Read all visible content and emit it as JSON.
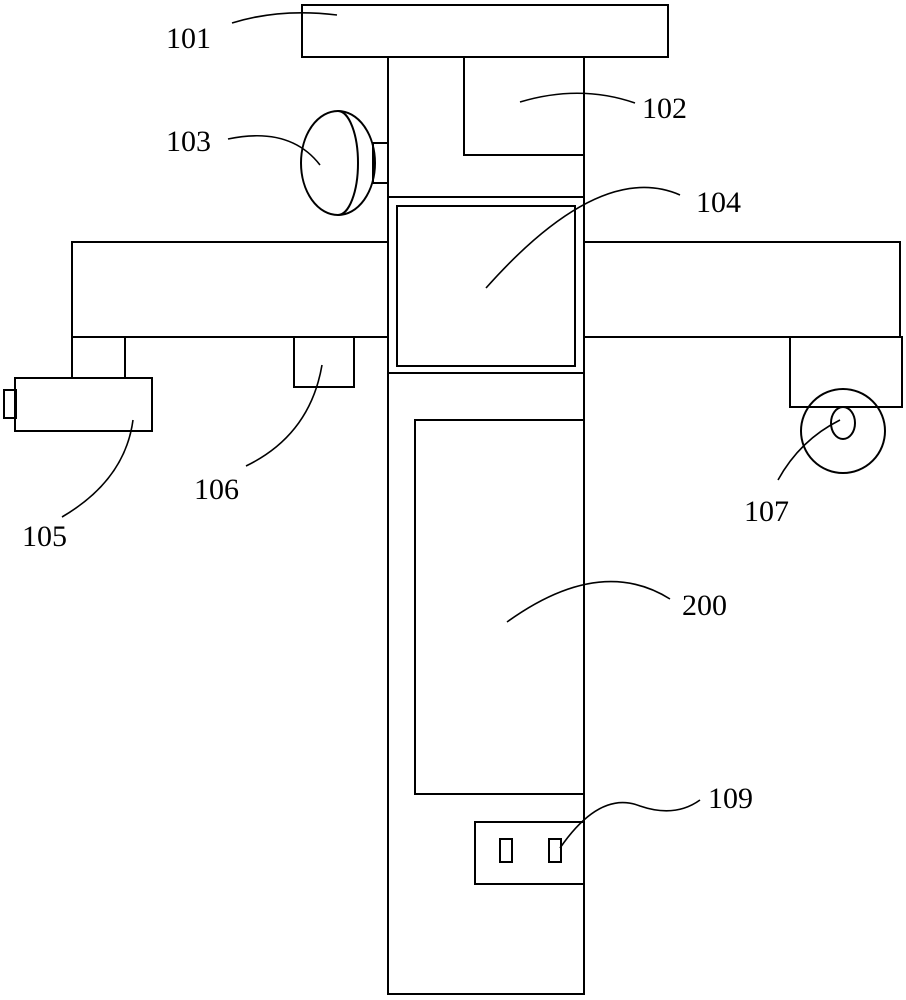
{
  "callouts": {
    "c101": "101",
    "c102": "102",
    "c103": "103",
    "c104": "104",
    "c105": "105",
    "c106": "106",
    "c107": "107",
    "c109": "109",
    "c200": "200"
  },
  "colors": {
    "line": "#000000",
    "background": "#ffffff"
  }
}
